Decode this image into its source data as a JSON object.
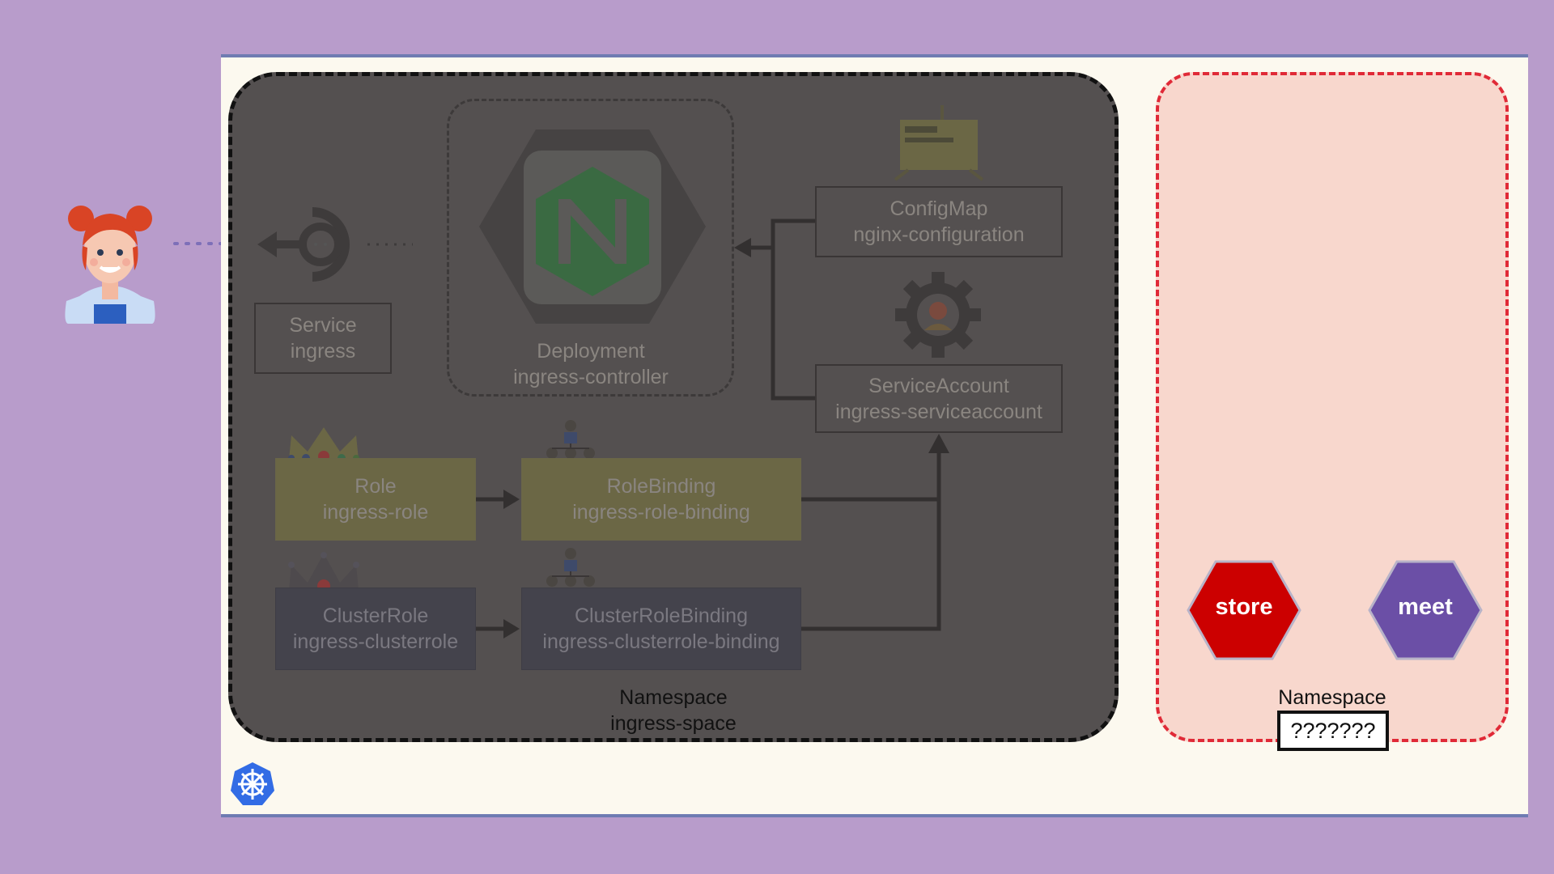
{
  "user": {
    "icon": "user-avatar-icon"
  },
  "cluster": {
    "icon": "kubernetes-helm-icon"
  },
  "ingress_namespace": {
    "label_line1": "Namespace",
    "label_line2": "ingress-space",
    "service": {
      "line1": "Service",
      "line2": "ingress",
      "icon": "service-icon"
    },
    "deployment": {
      "line1": "Deployment",
      "line2": "ingress-controller",
      "icon": "nginx-icon"
    },
    "configmap": {
      "line1": "ConfigMap",
      "line2": "nginx-configuration",
      "icon": "configmap-icon"
    },
    "serviceaccount": {
      "line1": "ServiceAccount",
      "line2": "ingress-serviceaccount",
      "icon": "serviceaccount-gear-icon"
    },
    "role": {
      "line1": "Role",
      "line2": "ingress-role",
      "icon": "crown-icon"
    },
    "rolebinding": {
      "line1": "RoleBinding",
      "line2": "ingress-role-binding",
      "icon": "people-group-icon"
    },
    "clusterrole": {
      "line1": "ClusterRole",
      "line2": "ingress-clusterrole",
      "icon": "crown-icon"
    },
    "clusterrolebinding": {
      "line1": "ClusterRoleBinding",
      "line2": "ingress-clusterrole-binding",
      "icon": "people-group-icon"
    }
  },
  "other_namespace": {
    "label": "Namespace",
    "name_placeholder": "???????",
    "pods": [
      {
        "label": "store",
        "color": "#cc0000"
      },
      {
        "label": "meet",
        "color": "#6b4fa6"
      }
    ]
  },
  "colors": {
    "background": "#b89ccb",
    "cluster_bg": "#fcf9ef",
    "ingress_ns_bg": "#545050",
    "other_ns_bg": "#f8d7cd",
    "other_ns_border": "#e02a37"
  }
}
